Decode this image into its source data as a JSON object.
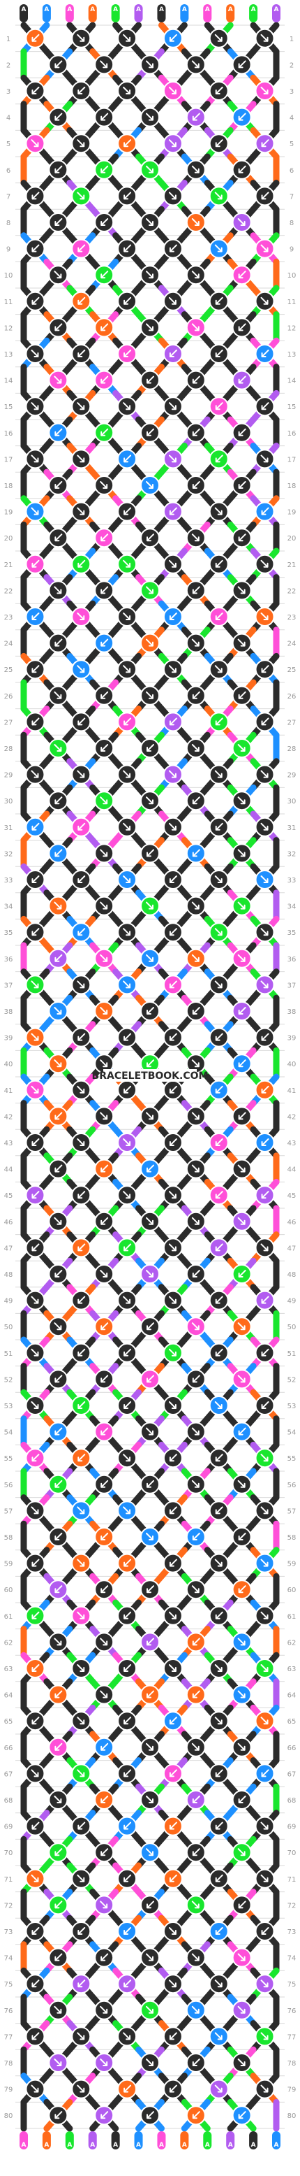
{
  "watermark": "BRACELETBOOK.COM",
  "strand_letters": [
    "A",
    "A",
    "A",
    "A",
    "A",
    "A",
    "A",
    "A",
    "A",
    "A",
    "A",
    "A"
  ],
  "colors": {
    "black": "#2b2b2b",
    "blue": "#1e90ff",
    "pink": "#ff4fd8",
    "orange": "#ff6a1a",
    "green": "#19e62e",
    "purple": "#b25cf0",
    "grid": "#d9d9d9"
  },
  "palette_order": [
    "black",
    "blue",
    "pink",
    "orange",
    "green",
    "purple"
  ],
  "rows": 80
}
